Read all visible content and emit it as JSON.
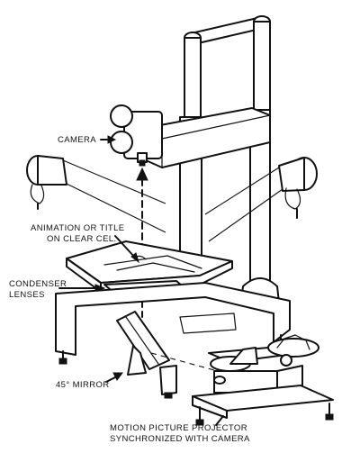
{
  "labels": {
    "camera": "CAMERA",
    "cel_line1": "ANIMATION OR TITLE",
    "cel_line2": "ON CLEAR CEL.",
    "condenser_line1": "CONDENSER",
    "condenser_line2": "LENSES",
    "mirror": "45° MIRROR",
    "projector_line1": "MOTION PICTURE PROJECTOR",
    "projector_line2": "SYNCHRONIZED WITH CAMERA"
  }
}
